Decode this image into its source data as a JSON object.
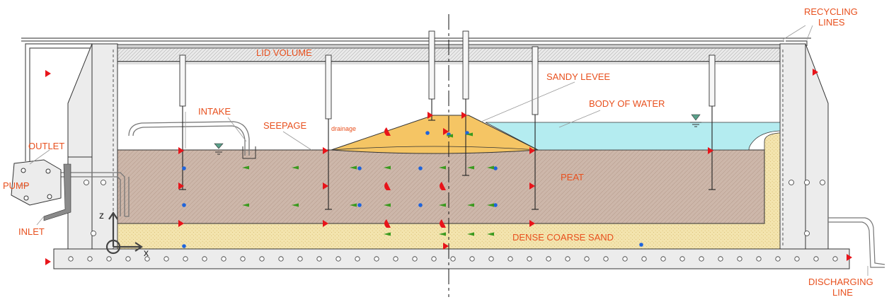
{
  "labels": {
    "lid_volume": "LID VOLUME",
    "sandy_levee": "SANDY LEVEE",
    "body_of_water": "BODY OF WATER",
    "intake": "INTAKE",
    "seepage": "SEEPAGE",
    "drainage": "drainage",
    "peat": "PEAT",
    "dense_coarse_sand": "DENSE COARSE SAND",
    "outlet": "OUTLET",
    "pump": "PUMP",
    "inlet": "INLET",
    "recycling_lines_1": "RECYCLING",
    "recycling_lines_2": "LINES",
    "discharging_line_1": "DISCHARGING",
    "discharging_line_2": "LINE",
    "axis_z": "z",
    "axis_x": "x"
  },
  "colors": {
    "label": "#e8501e",
    "peat": "#cdb7aa",
    "sand": "#f2e2a8",
    "levee": "#f5c564",
    "water": "#b4ecf0",
    "wall": "#ececec",
    "outline": "#333333",
    "sensor_red": "#e8141a",
    "sensor_blue": "#1e64dc",
    "sensor_green": "#3a9a1e"
  }
}
